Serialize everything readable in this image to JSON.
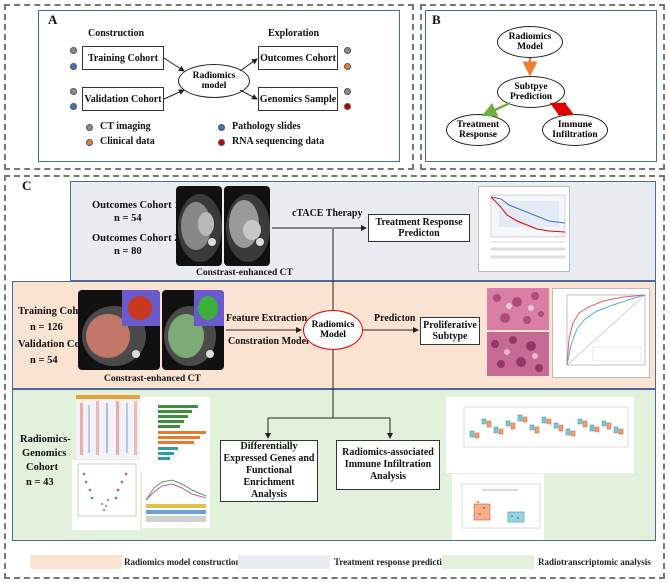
{
  "panelA": {
    "letter": "A",
    "construction": "Construction",
    "exploration": "Exploration",
    "training": "Training Cohort",
    "validation": "Validation Cohort",
    "outcomes": "Outcomes Cohort",
    "genomics": "Genomics Sample",
    "model_line1": "Radiomics",
    "model_line2": "model",
    "legend": [
      "CT imaging",
      "Clinical data",
      "Pathology slides",
      "RNA sequencing data"
    ]
  },
  "panelB": {
    "letter": "B",
    "model_line1": "Radiomics",
    "model_line2": "Model",
    "subtype_line1": "Subtpye",
    "subtype_line2": "Prediction",
    "treat_line1": "Treatment",
    "treat_line2": "Response",
    "immune_line1": "Immune",
    "immune_line2": "Infiltration"
  },
  "panelC": {
    "letter": "C",
    "outcomes1": "Outcomes Cohort 1",
    "outcomes1_n": "n = 54",
    "outcomes2": "Outcomes Cohort 2",
    "outcomes2_n": "n = 80",
    "ct_caption": "Constrast-enhanced CT",
    "ctace": "cTACE Therapy",
    "treat_box_l1": "Treatment Response",
    "treat_box_l2": "Predicton",
    "training": "Training Cohort",
    "training_n": "n = 126",
    "validation": "Validation Cohort",
    "validation_n": "n = 54",
    "feature_extraction": "Feature Extraction",
    "constration_model": "Constration Model",
    "radiomics_l1": "Radiomics",
    "radiomics_l2": "Model",
    "predicton": "Predicton",
    "prolif_l1": "Proliferative",
    "prolif_l2": "Subtype",
    "rg_l1": "Radiomics-",
    "rg_l2": "Genomics",
    "rg_l3": "Cohort",
    "rg_n": "n = 43",
    "deg_l1": "Differentially",
    "deg_l2": "Expressed Genes and",
    "deg_l3": "Functional Enrichment",
    "deg_l4": "Analysis",
    "imm_l1": "Radiomics-associated",
    "imm_l2": "Immune Infiltration",
    "imm_l3": "Analysis"
  },
  "legend": {
    "construction": "Radiomics  model construction",
    "treatment": "Treatment response prediction",
    "radiotranscriptomic": "Radiotranscriptomic analysis"
  },
  "colors": {
    "peach": "#fbe3d3",
    "grayblue": "#e9ecf1",
    "green": "#e3f0db",
    "dot_gray": "#8c8c8c",
    "dot_blue": "#4472c4",
    "dot_orange": "#ed7d31",
    "dot_red": "#c00000",
    "arrow_orange": "#ed7d31",
    "arrow_green": "#70ad47",
    "arrow_red": "#e00000"
  }
}
